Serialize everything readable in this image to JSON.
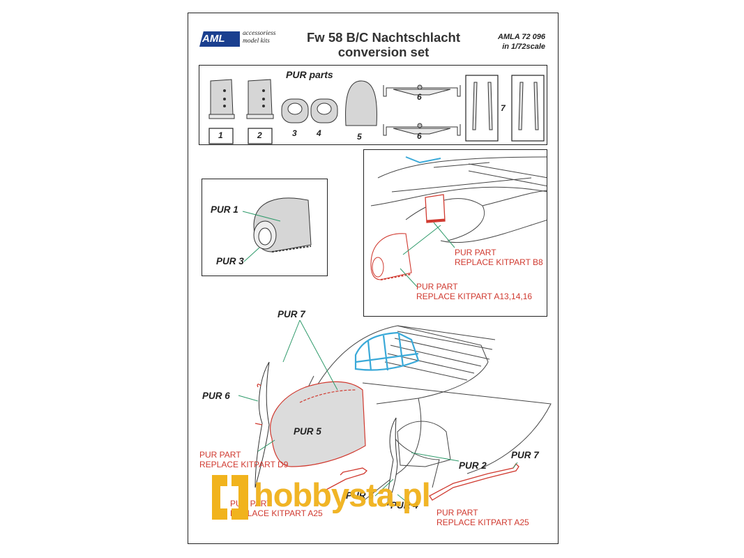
{
  "header": {
    "logo_text": "AML",
    "logo_sub_line1": "accessoriess",
    "logo_sub_line2": "model kits",
    "title_line1": "Fw 58 B/C Nachtschlacht",
    "title_line2": "conversion set",
    "code_line1": "AMLA 72 096",
    "code_line2": "in 1/72scale"
  },
  "parts_panel": {
    "heading": "PUR parts",
    "numbers": [
      "1",
      "2",
      "3",
      "4",
      "5",
      "6",
      "6",
      "7"
    ]
  },
  "detail_panel": {
    "labels": [
      "PUR 1",
      "PUR 3"
    ]
  },
  "view_panel": {
    "notes": [
      {
        "line1": "PUR PART",
        "line2": "REPLACE KITPART B8"
      },
      {
        "line1": "PUR PART",
        "line2": "REPLACE KITPART A13,14,16"
      }
    ]
  },
  "main_view": {
    "labels": [
      "PUR 7",
      "PUR 6",
      "PUR 5",
      "PUR 2",
      "PUR 7",
      "PUR 6",
      "PUR 4"
    ],
    "notes": [
      {
        "line1": "PUR PART",
        "line2": "REPLACE KITPART D9"
      },
      {
        "line1": "PUR PART",
        "line2": "REPLACE KITPART A25"
      },
      {
        "line1": "PUR PART",
        "line2": "REPLACE KITPART A25"
      }
    ]
  },
  "watermark": {
    "text": "hobbysta.pl"
  },
  "colors": {
    "accent_red": "#d0392f",
    "canopy_blue": "#3aa9d8",
    "leader_green": "#2e9a6a",
    "logo_blue": "#1a3f8f",
    "watermark_yellow": "#f1b31d"
  }
}
